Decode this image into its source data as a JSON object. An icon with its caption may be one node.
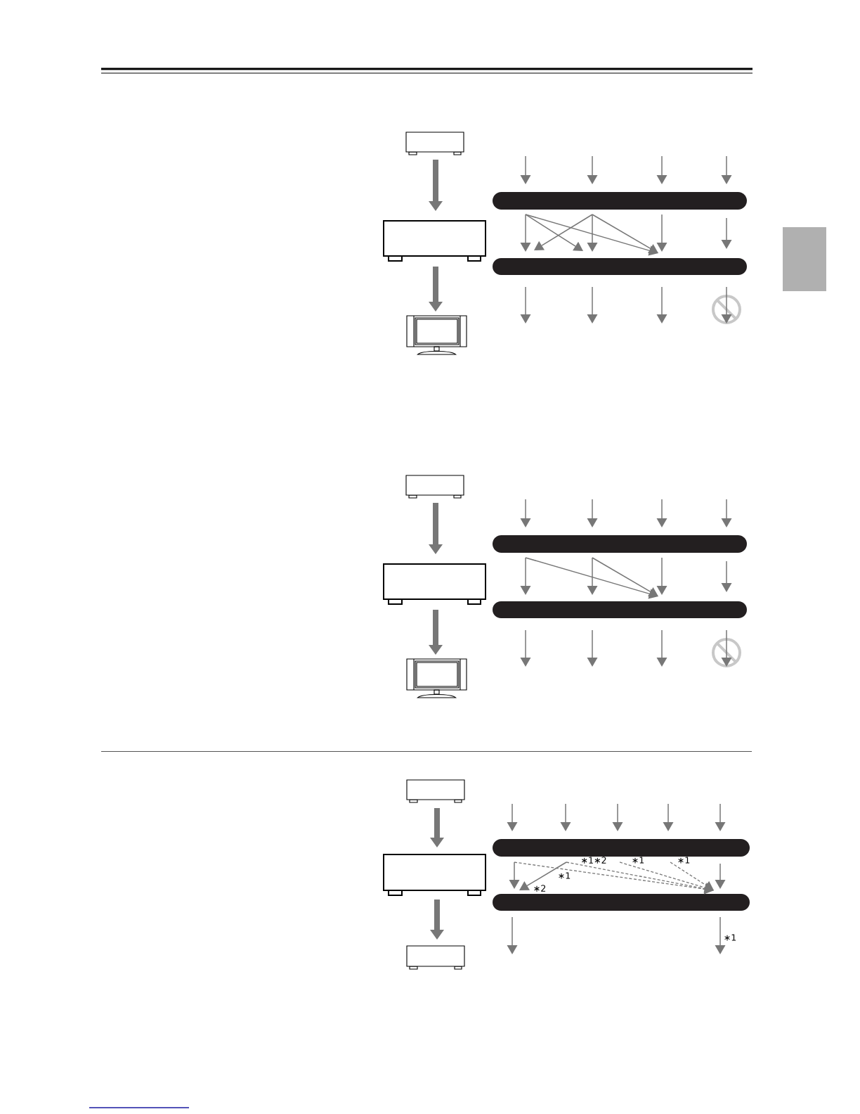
{
  "diagram": {
    "nodes": [
      {
        "text": [],
        "shape": "box"
      },
      {
        "text": [],
        "shape": "box"
      },
      {
        "text": [],
        "shape": "picture"
      },
      {
        "text": [],
        "shape": "bar"
      },
      {
        "text": [],
        "shape": "bar"
      },
      {
        "text": [],
        "shape": "box"
      },
      {
        "text": [],
        "shape": "box"
      },
      {
        "text": [],
        "shape": "picture"
      },
      {
        "text": [],
        "shape": "bar"
      },
      {
        "text": [],
        "shape": "bar"
      },
      {
        "text": [],
        "shape": "box"
      },
      {
        "text": [],
        "shape": "box"
      },
      {
        "text": [],
        "shape": "box"
      },
      {
        "text": [],
        "shape": "bar"
      },
      {
        "text": [],
        "shape": "bar"
      },
      {
        "text": [],
        "shape": "box"
      },
      {
        "text": [],
        "shape": "circle"
      },
      {
        "text": [],
        "shape": "circle"
      }
    ],
    "edges": [
      {
        "from": 0,
        "to": 1,
        "arrow": "to",
        "style": "thick"
      },
      {
        "from": 1,
        "to": 2,
        "arrow": "to",
        "style": "thick"
      },
      {
        "from": null,
        "to": 3,
        "arrow": "to"
      },
      {
        "from": null,
        "to": 3,
        "arrow": "to"
      },
      {
        "from": null,
        "to": 3,
        "arrow": "to"
      },
      {
        "from": null,
        "to": 3,
        "arrow": "to"
      },
      {
        "from": 3,
        "to": 4,
        "arrow": "to"
      },
      {
        "from": 3,
        "to": 4,
        "arrow": "to"
      },
      {
        "from": 3,
        "to": 4,
        "arrow": "to"
      },
      {
        "from": 3,
        "to": 4,
        "arrow": "to"
      },
      {
        "from": 3,
        "to": 4,
        "arrow": "to"
      },
      {
        "from": 3,
        "to": 4,
        "arrow": "to"
      },
      {
        "from": 3,
        "to": 4,
        "arrow": "to"
      },
      {
        "from": 3,
        "to": 4,
        "arrow": "to"
      },
      {
        "from": 4,
        "to": null,
        "arrow": "to"
      },
      {
        "from": 4,
        "to": null,
        "arrow": "to"
      },
      {
        "from": 4,
        "to": null,
        "arrow": "to"
      },
      {
        "from": 4,
        "to": 16,
        "arrow": "to"
      },
      {
        "from": 5,
        "to": 6,
        "arrow": "to",
        "style": "thick"
      },
      {
        "from": 6,
        "to": 7,
        "arrow": "to",
        "style": "thick"
      },
      {
        "from": null,
        "to": 8,
        "arrow": "to"
      },
      {
        "from": null,
        "to": 8,
        "arrow": "to"
      },
      {
        "from": null,
        "to": 8,
        "arrow": "to"
      },
      {
        "from": null,
        "to": 8,
        "arrow": "to"
      },
      {
        "from": 8,
        "to": 9,
        "arrow": "to"
      },
      {
        "from": 8,
        "to": 9,
        "arrow": "to"
      },
      {
        "from": 8,
        "to": 9,
        "arrow": "to"
      },
      {
        "from": 8,
        "to": 9,
        "arrow": "to"
      },
      {
        "from": 8,
        "to": 9,
        "arrow": "to"
      },
      {
        "from": 8,
        "to": 9,
        "arrow": "to"
      },
      {
        "from": 9,
        "to": null,
        "arrow": "to"
      },
      {
        "from": 9,
        "to": null,
        "arrow": "to"
      },
      {
        "from": 9,
        "to": null,
        "arrow": "to"
      },
      {
        "from": 9,
        "to": 17,
        "arrow": "to"
      },
      {
        "from": 10,
        "to": 11,
        "arrow": "to",
        "style": "thick"
      },
      {
        "from": 11,
        "to": 12,
        "arrow": "to",
        "style": "thick"
      },
      {
        "from": null,
        "to": 13,
        "arrow": "to"
      },
      {
        "from": null,
        "to": 13,
        "arrow": "to"
      },
      {
        "from": null,
        "to": 13,
        "arrow": "to"
      },
      {
        "from": null,
        "to": 13,
        "arrow": "to"
      },
      {
        "from": null,
        "to": 13,
        "arrow": "to"
      },
      {
        "from": 13,
        "to": 14,
        "arrow": "to"
      },
      {
        "from": 13,
        "to": 14,
        "arrow": "to",
        "style": "dashed"
      },
      {
        "from": 13,
        "to": 14,
        "arrow": "to"
      },
      {
        "from": 13,
        "to": 14,
        "arrow": "to",
        "style": "dashed"
      },
      {
        "from": 13,
        "to": 14,
        "arrow": "to",
        "style": "dashed"
      },
      {
        "from": 13,
        "to": 14,
        "arrow": "to",
        "style": "dashed"
      },
      {
        "from": 13,
        "to": 14,
        "arrow": "to"
      },
      {
        "from": 14,
        "to": null,
        "arrow": "to"
      },
      {
        "from": 14,
        "to": null,
        "arrow": "to",
        "label": "∗1"
      }
    ],
    "labels": [
      "∗1∗2",
      "∗1",
      "∗1",
      "∗1",
      "∗2"
    ]
  }
}
